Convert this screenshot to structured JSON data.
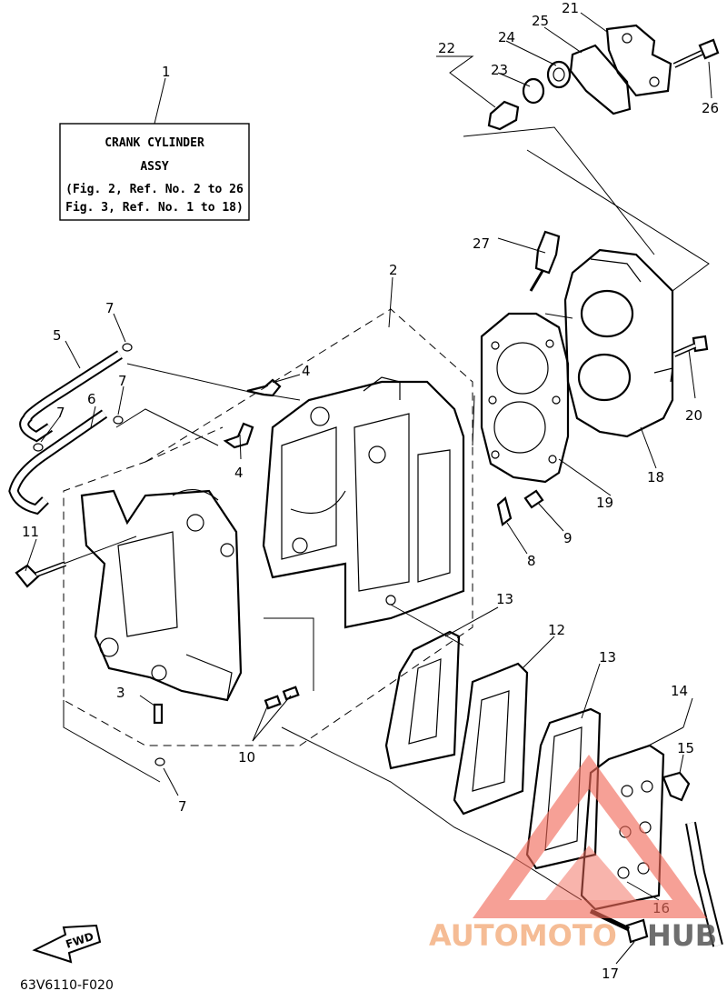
{
  "info_box": {
    "ref_number": "1",
    "line1": "CRANK CYLINDER",
    "line2": "ASSY",
    "line3": "(Fig. 2, Ref. No. 2 to 26",
    "line4": " Fig. 3, Ref. No. 1 to 18)"
  },
  "callouts": {
    "c2": "2",
    "c3": "3",
    "c4a": "4",
    "c4b": "4",
    "c5": "5",
    "c6": "6",
    "c7a": "7",
    "c7b": "7",
    "c7c": "7",
    "c7d": "7",
    "c8": "8",
    "c9": "9",
    "c10": "10",
    "c11": "11",
    "c12": "12",
    "c13a": "13",
    "c13b": "13",
    "c14": "14",
    "c15": "15",
    "c16": "16",
    "c17": "17",
    "c18": "18",
    "c19": "19",
    "c20": "20",
    "c21": "21",
    "c22": "22",
    "c23": "23",
    "c24": "24",
    "c25": "25",
    "c26": "26",
    "c27": "27"
  },
  "fwd_label": "FWD",
  "diagram_code": "63V6110-F020",
  "watermark": {
    "text_auto": "AUTOMOTO",
    "text_hub": "HUB",
    "color_primary": "#f26b5b",
    "color_secondary": "#f4b183",
    "color_dark": "#555555"
  }
}
